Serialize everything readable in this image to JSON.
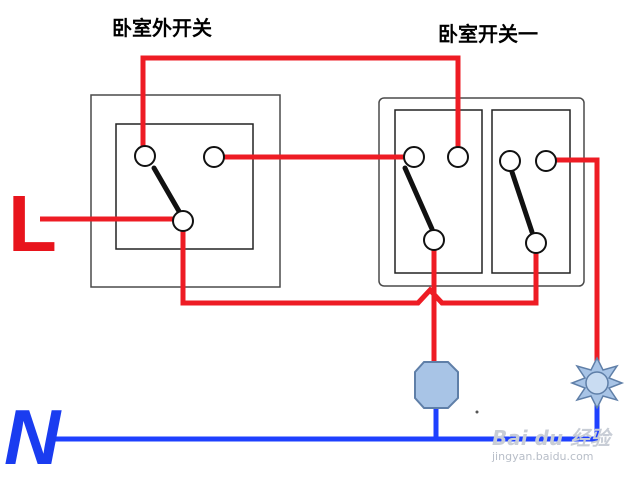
{
  "labels": {
    "outside_switch": "卧室外开关",
    "inside_switch": "卧室开关一"
  },
  "lines": {
    "live": "L",
    "neutral": "N"
  },
  "watermark": {
    "brand": "Bai du 经验",
    "url": "jingyan.baidu.com"
  },
  "colors": {
    "live_wire": "#ee1c24",
    "neutral_wire": "#1e40ff",
    "lamp_fill": "#a8c4e6",
    "lamp_stroke": "#5f7fa8"
  },
  "icons": {
    "lamp": "lamp-icon",
    "bulb": "bulb-icon"
  }
}
